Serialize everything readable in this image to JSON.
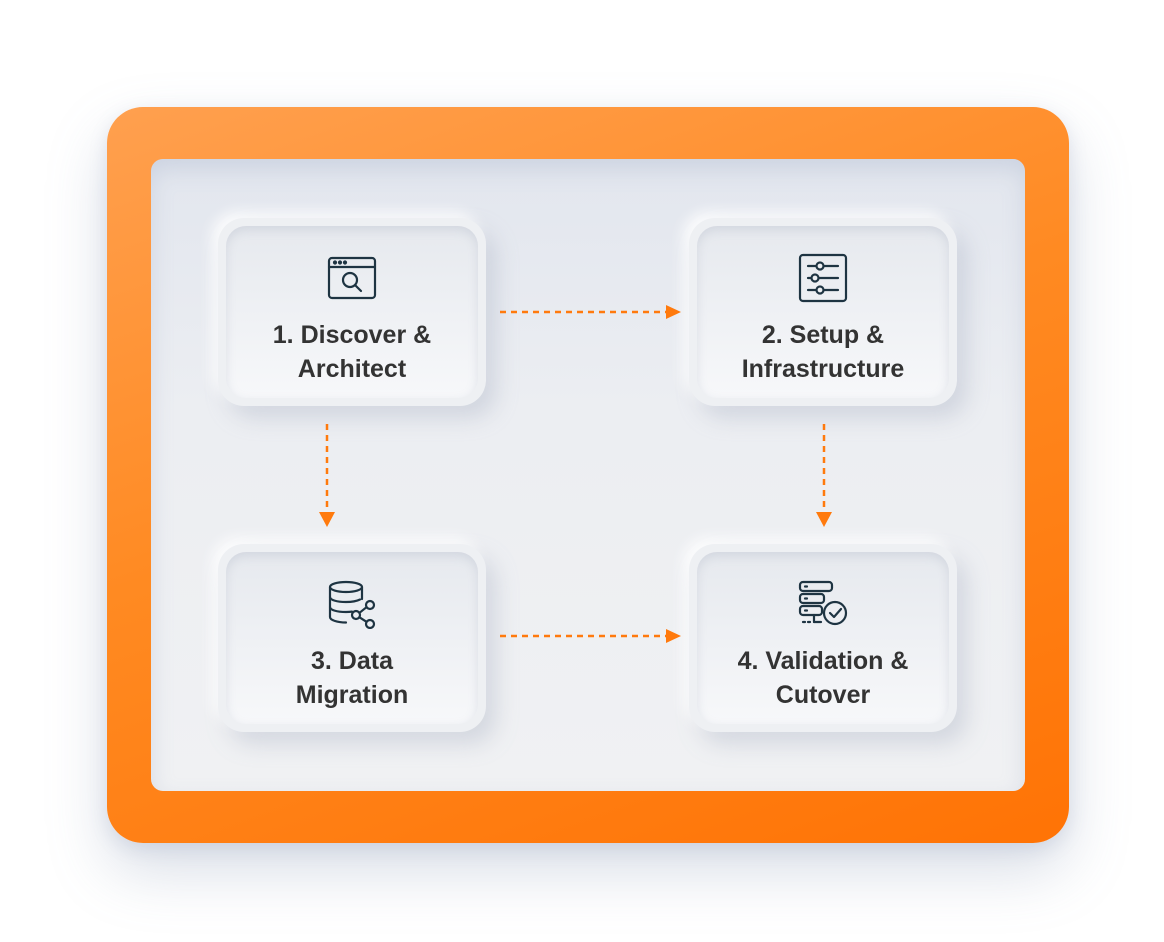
{
  "colors": {
    "accent": "#ff7a0d",
    "icon": "#1e3442",
    "text": "#333333"
  },
  "steps": [
    {
      "icon": "browser-search-icon",
      "line1": "1. Discover &",
      "line2": "Architect"
    },
    {
      "icon": "sliders-icon",
      "line1": "2. Setup &",
      "line2": "Infrastructure"
    },
    {
      "icon": "database-share-icon",
      "line1": "3. Data",
      "line2": "Migration"
    },
    {
      "icon": "server-check-icon",
      "line1": "4. Validation &",
      "line2": "Cutover"
    }
  ],
  "connectors": [
    {
      "from": "1. Discover & Architect",
      "to": "2. Setup & Infrastructure",
      "style": "dashed"
    },
    {
      "from": "1. Discover & Architect",
      "to": "3. Data Migration",
      "style": "dashed"
    },
    {
      "from": "2. Setup & Infrastructure",
      "to": "4. Validation & Cutover",
      "style": "dashed"
    },
    {
      "from": "3. Data Migration",
      "to": "4. Validation & Cutover",
      "style": "dashed"
    }
  ]
}
